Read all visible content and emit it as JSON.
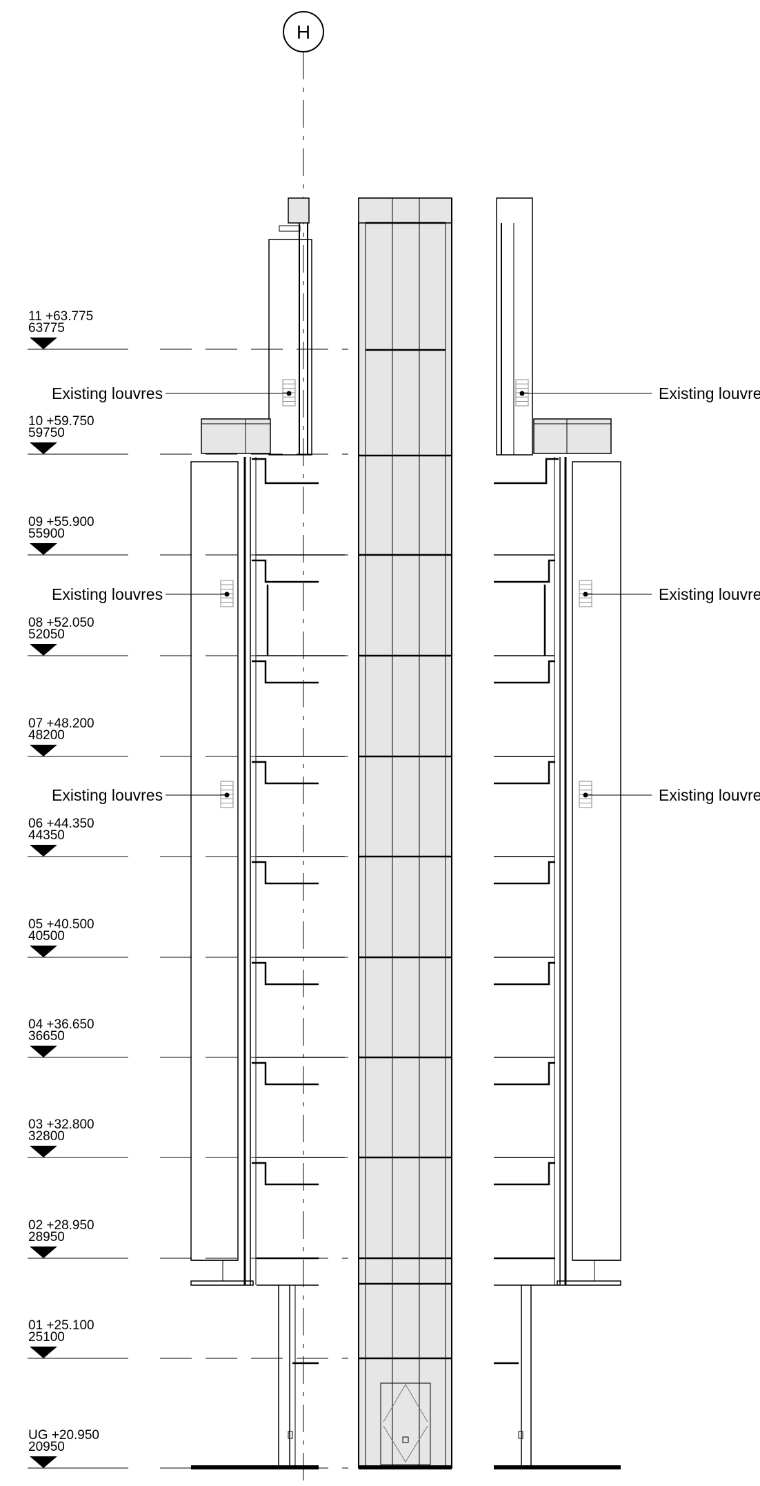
{
  "grid": {
    "label": "H"
  },
  "levels": [
    {
      "name": "11 +63.775",
      "value": "63775"
    },
    {
      "name": "10 +59.750",
      "value": "59750"
    },
    {
      "name": "09 +55.900",
      "value": "55900"
    },
    {
      "name": "08 +52.050",
      "value": "52050"
    },
    {
      "name": "07 +48.200",
      "value": "48200"
    },
    {
      "name": "06 +44.350",
      "value": "44350"
    },
    {
      "name": "05 +40.500",
      "value": "40500"
    },
    {
      "name": "04 +36.650",
      "value": "36650"
    },
    {
      "name": "03 +32.800",
      "value": "32800"
    },
    {
      "name": "02 +28.950",
      "value": "28950"
    },
    {
      "name": "01 +25.100",
      "value": "25100"
    },
    {
      "name": "UG +20.950",
      "value": "20950"
    }
  ],
  "annotations": [
    "Existing louvres",
    "Existing louvres",
    "Existing louvres",
    "Existing louvres",
    "Existing louvres",
    "Existing louvres"
  ],
  "colors": {
    "line": "#000000",
    "fill": "#e6e6e6",
    "background": "#ffffff"
  }
}
